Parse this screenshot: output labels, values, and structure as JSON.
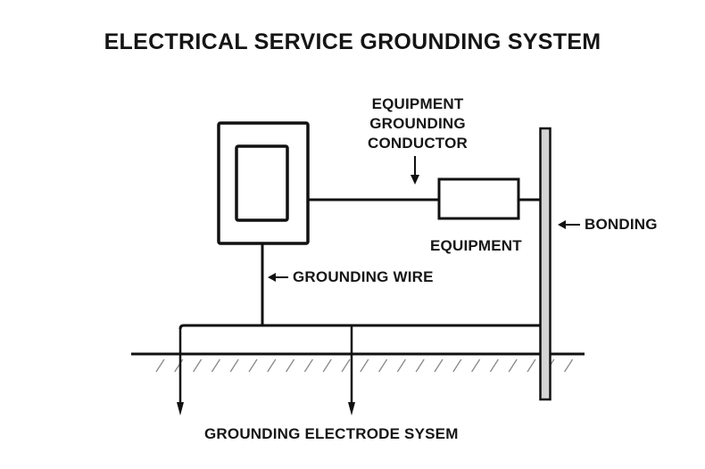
{
  "title": "ELECTRICAL SERVICE GROUNDING SYSTEM",
  "labels": {
    "equipment_grounding_conductor": [
      "EQUIPMENT",
      "GROUNDING",
      "CONDUCTOR"
    ],
    "equipment": "EQUIPMENT",
    "bonding": "BONDING",
    "grounding_wire": "GROUNDING WIRE",
    "grounding_electrode_system": "GROUNDING ELECTRODE SYSEM"
  },
  "components": {
    "service_panel": "service-panel",
    "equipment_box": "equipment",
    "bonding_bar": "bonding-bar",
    "ground_rods": 2
  },
  "colors": {
    "line": "#111111",
    "bonding_bar_fill": "#d4d4d4",
    "hatch": "#777777",
    "background": "#ffffff"
  }
}
